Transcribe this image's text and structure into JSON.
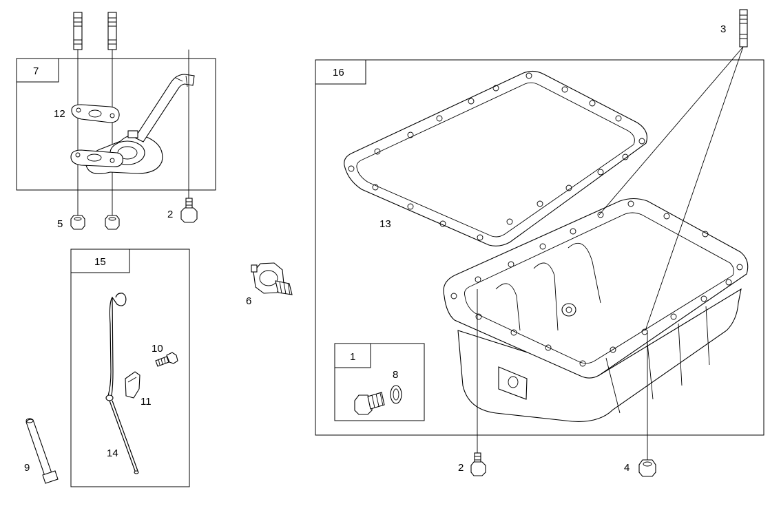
{
  "diagram": {
    "callouts": {
      "c1": "1",
      "c2a": "2",
      "c2b": "2",
      "c3": "3",
      "c4": "4",
      "c5": "5",
      "c6": "6",
      "c7": "7",
      "c8": "8",
      "c9": "9",
      "c10": "10",
      "c11": "11",
      "c12": "12",
      "c13": "13",
      "c14": "14",
      "c15": "15",
      "c16": "16"
    }
  }
}
